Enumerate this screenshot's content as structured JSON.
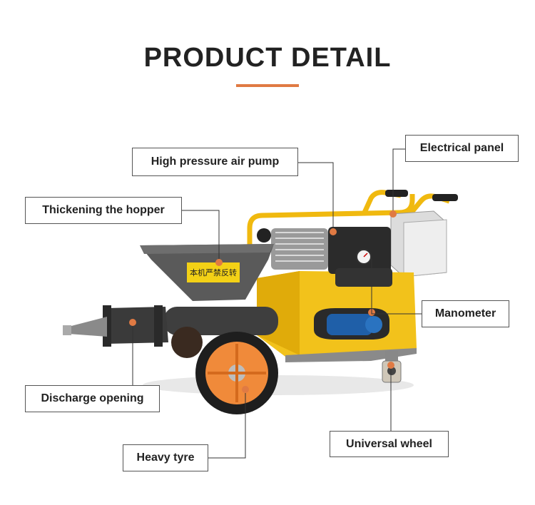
{
  "heading": {
    "title": "PRODUCT DETAIL",
    "accent_color": "#e07a43"
  },
  "callouts": [
    {
      "id": "high-pressure-air-pump",
      "label": "High pressure air pump"
    },
    {
      "id": "electrical-panel",
      "label": "Electrical panel"
    },
    {
      "id": "thickening-the-hopper",
      "label": "Thickening the hopper"
    },
    {
      "id": "manometer",
      "label": "Manometer"
    },
    {
      "id": "discharge-opening",
      "label": "Discharge opening"
    },
    {
      "id": "universal-wheel",
      "label": "Universal wheel"
    },
    {
      "id": "heavy-tyre",
      "label": "Heavy tyre"
    }
  ],
  "product_image": {
    "machine_color": "#f2c21b",
    "hopper_color": "#555555",
    "hopper_sticker": "本机严禁反转",
    "marker_color": "#e07a43"
  }
}
